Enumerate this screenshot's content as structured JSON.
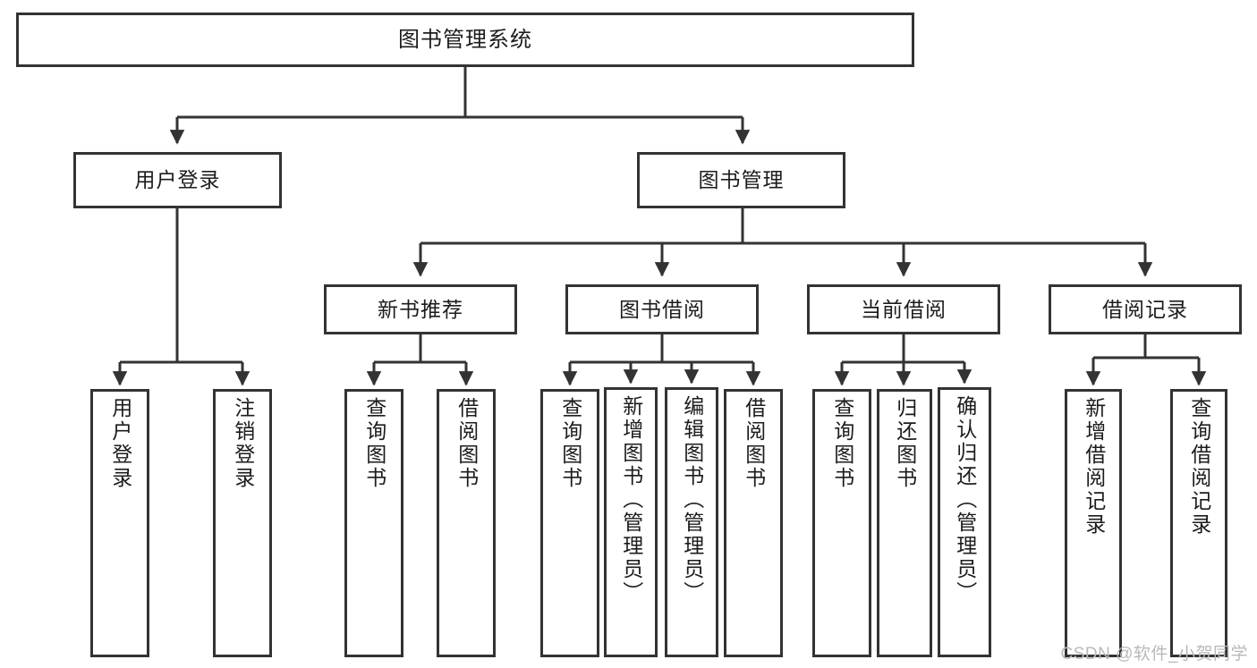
{
  "diagram": {
    "title": "图书管理系统",
    "type": "tree",
    "watermark": "CSDN @软件_小贺同学",
    "colors": {
      "box_border": "#333333",
      "box_fill": "#ffffff",
      "connector": "#333333",
      "background": "#ffffff",
      "watermark": "#b9b9b9"
    },
    "levels": {
      "root": {
        "label": "图书管理系统"
      },
      "level1": [
        {
          "label": "用户登录"
        },
        {
          "label": "图书管理"
        }
      ],
      "level2": [
        {
          "label": "新书推荐"
        },
        {
          "label": "图书借阅"
        },
        {
          "label": "当前借阅"
        },
        {
          "label": "借阅记录"
        }
      ],
      "leaves": {
        "用户登录": [
          {
            "label": "用户登录"
          },
          {
            "label": "注销登录"
          }
        ],
        "新书推荐": [
          {
            "label": "查询图书"
          },
          {
            "label": "借阅图书"
          }
        ],
        "图书借阅": [
          {
            "label": "查询图书"
          },
          {
            "label": "新增图书（管理员）"
          },
          {
            "label": "编辑图书（管理员）"
          },
          {
            "label": "借阅图书"
          }
        ],
        "当前借阅": [
          {
            "label": "查询图书"
          },
          {
            "label": "归还图书"
          },
          {
            "label": "确认归还（管理员）"
          }
        ],
        "借阅记录": [
          {
            "label": "新增借阅记录"
          },
          {
            "label": "查询借阅记录"
          }
        ]
      }
    },
    "edges": [
      {
        "from": "图书管理系统",
        "to": "用户登录"
      },
      {
        "from": "图书管理系统",
        "to": "图书管理"
      },
      {
        "from": "图书管理",
        "to": "新书推荐"
      },
      {
        "from": "图书管理",
        "to": "图书借阅"
      },
      {
        "from": "图书管理",
        "to": "当前借阅"
      },
      {
        "from": "图书管理",
        "to": "借阅记录"
      },
      {
        "from": "用户登录",
        "to": "用户登录(叶)"
      },
      {
        "from": "用户登录",
        "to": "注销登录"
      },
      {
        "from": "新书推荐",
        "to": "查询图书"
      },
      {
        "from": "新书推荐",
        "to": "借阅图书"
      },
      {
        "from": "图书借阅",
        "to": "查询图书"
      },
      {
        "from": "图书借阅",
        "to": "新增图书（管理员）"
      },
      {
        "from": "图书借阅",
        "to": "编辑图书（管理员）"
      },
      {
        "from": "图书借阅",
        "to": "借阅图书"
      },
      {
        "from": "当前借阅",
        "to": "查询图书"
      },
      {
        "from": "当前借阅",
        "to": "归还图书"
      },
      {
        "from": "当前借阅",
        "to": "确认归还（管理员）"
      },
      {
        "from": "借阅记录",
        "to": "新增借阅记录"
      },
      {
        "from": "借阅记录",
        "to": "查询借阅记录"
      }
    ]
  }
}
